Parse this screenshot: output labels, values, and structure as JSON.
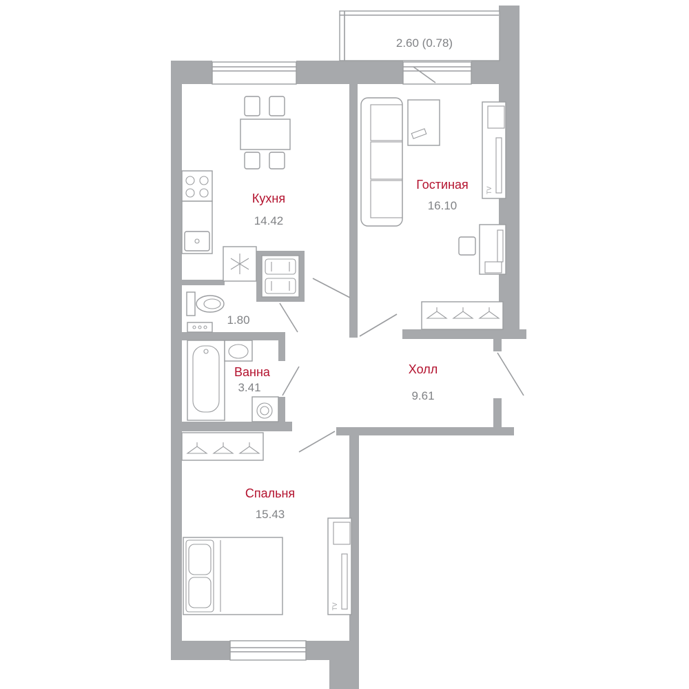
{
  "balcony": {
    "label": "2.60 (0.78)"
  },
  "rooms": {
    "kitchen": {
      "name": "Кухня",
      "area": "14.42"
    },
    "living": {
      "name": "Гостиная",
      "area": "16.10"
    },
    "wc": {
      "area": "1.80"
    },
    "bath": {
      "name": "Ванна",
      "area": "3.41"
    },
    "hall": {
      "name": "Холл",
      "area": "9.61"
    },
    "bedroom": {
      "name": "Спальня",
      "area": "15.43"
    }
  },
  "colors": {
    "wall": "#a7a9ac",
    "room_name": "#b3122e",
    "area_text": "#808285",
    "furniture": "#9a9c9f"
  },
  "icons": [
    "snowflake-icon",
    "hanger-icon",
    "tv-icon",
    "stove-icon",
    "sink-icon",
    "toilet-icon",
    "bathtub-icon",
    "washing-machine-icon",
    "bed-icon",
    "sofa-icon"
  ]
}
